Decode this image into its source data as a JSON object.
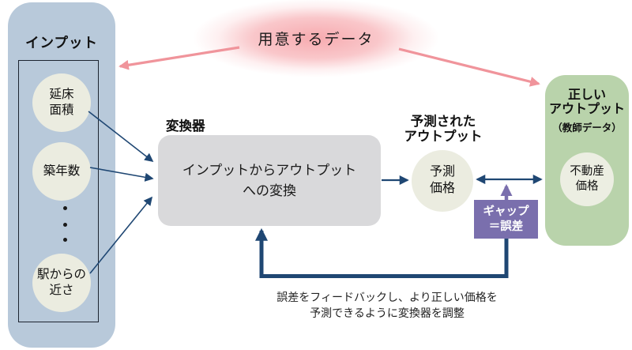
{
  "cloud": {
    "label": "用意するデータ"
  },
  "input_panel": {
    "title": "インプット",
    "features": [
      "延床\n面積",
      "築年数",
      "駅からの\n近さ"
    ]
  },
  "transformer": {
    "label": "変換器",
    "box_text": "インプットからアウトプット\nへの変換"
  },
  "predicted_output": {
    "title": "予測された\nアウトプット",
    "circle_label": "予測\n価格"
  },
  "correct_output": {
    "title": "正しい\nアウトプット",
    "subtitle": "（教師データ）",
    "circle_label": "不動産\n価格"
  },
  "gap_box": {
    "label": "ギャップ\n＝誤差"
  },
  "feedback_note": "誤差をフィードバックし、より正しい価格を\n予測できるように変換器を調整",
  "colors": {
    "input_panel_bg": "#b8c9da",
    "correct_panel_bg": "#b9d3ab",
    "transformer_bg": "#d9d9db",
    "circle_bg": "#ebece0",
    "gap_bg": "#7a6fad",
    "arrow_navy": "#1f4773",
    "arrow_pink": "#f0949b",
    "cloud_pink": "#f6a6ab"
  }
}
